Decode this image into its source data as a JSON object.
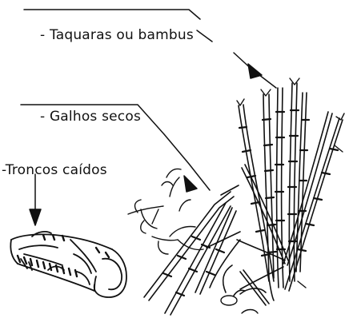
{
  "labels": {
    "taquaras": "- Taquaras ou bambus",
    "galhos": "- Galhos secos",
    "troncos": "-Troncos caídos"
  },
  "colors": {
    "ink": "#111111",
    "paper": "#ffffff"
  }
}
